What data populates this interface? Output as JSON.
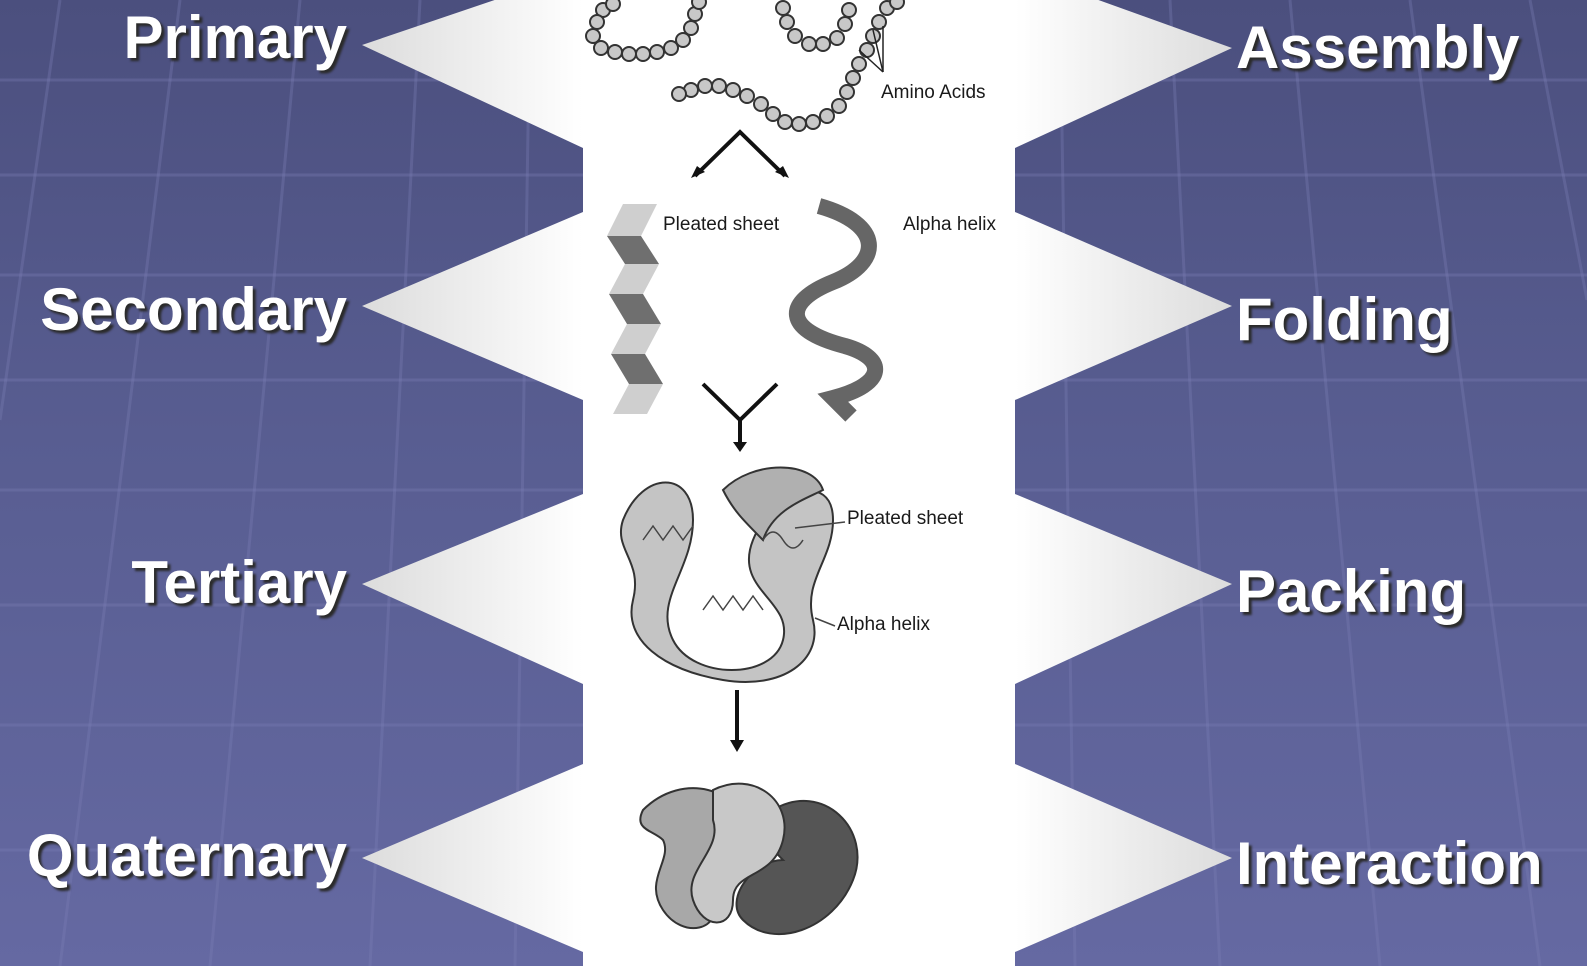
{
  "left_labels": [
    "Primary",
    "Secondary",
    "Tertiary",
    "Quaternary"
  ],
  "right_labels": [
    "Assembly",
    "Folding",
    "Packing",
    "Interaction"
  ],
  "diagram": {
    "amino_acids": "Amino Acids",
    "pleated_sheet_1": "Pleated sheet",
    "alpha_helix_1": "Alpha helix",
    "pleated_sheet_2": "Pleated sheet",
    "alpha_helix_2": "Alpha helix"
  },
  "colors": {
    "background_top": "#4b4f7e",
    "background_bottom": "#6569a2",
    "label_text": "#ffffff",
    "arrow_fill": "#f2f2f2"
  }
}
